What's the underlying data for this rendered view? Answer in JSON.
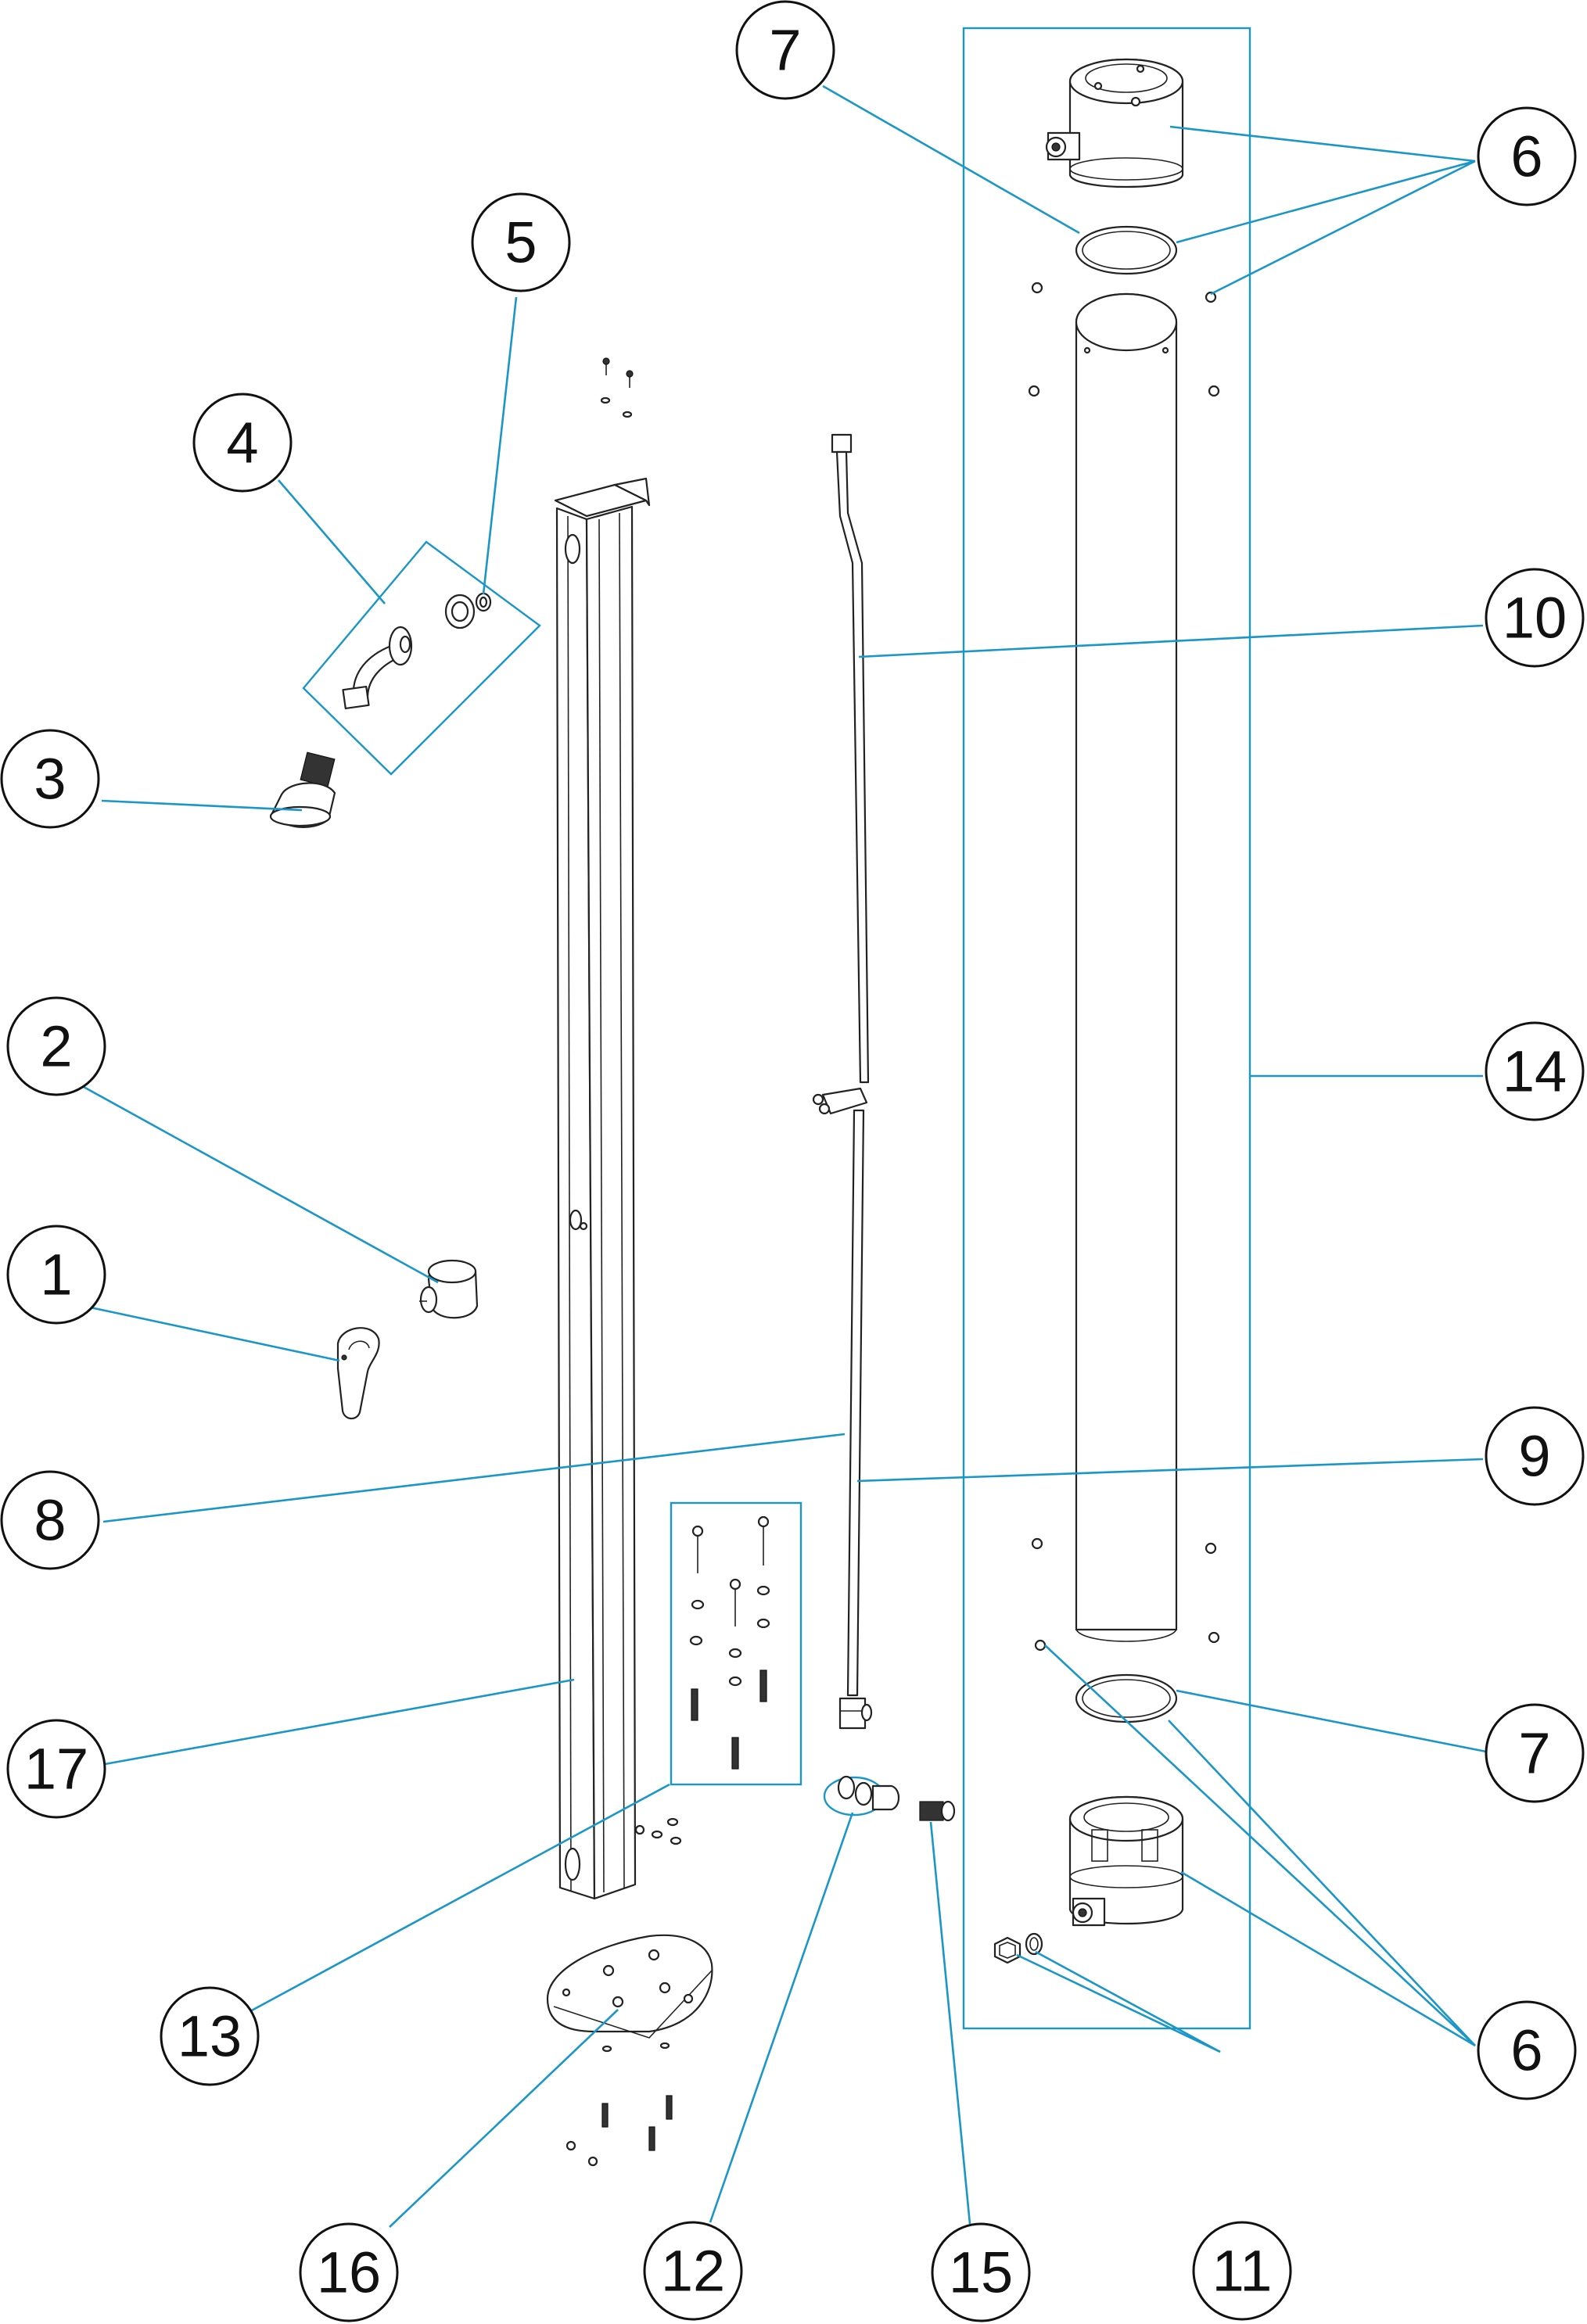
{
  "diagram": {
    "leader_color": "#1a96c8",
    "labels": {
      "p1": "1",
      "p2": "2",
      "p3": "3",
      "p4": "4",
      "p5": "5",
      "p6": "6",
      "p7": "7",
      "p8": "8",
      "p9": "9",
      "p10": "10",
      "p11": "11",
      "p12": "12",
      "p13": "13",
      "p14": "14",
      "p15": "15",
      "p16": "16",
      "p17": "17"
    }
  }
}
